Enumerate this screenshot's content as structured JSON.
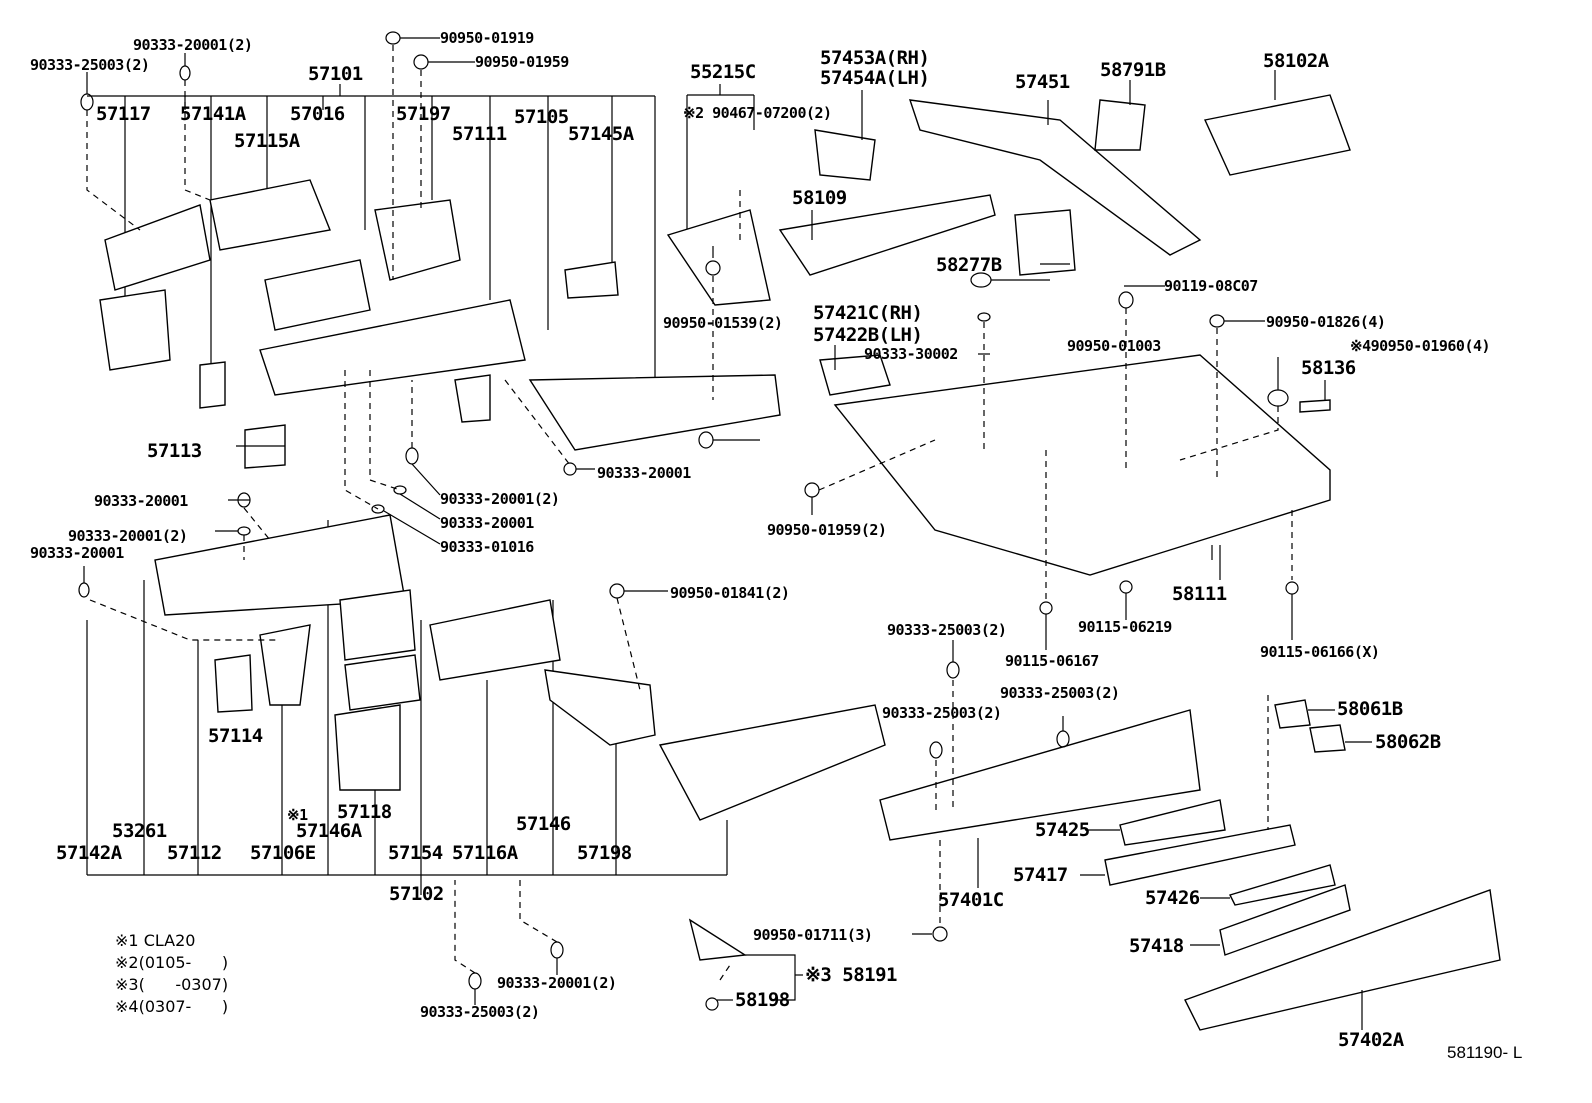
{
  "diagram": {
    "type": "exploded parts diagram",
    "subject": "Floor pan and lower back panel",
    "illustration_code": "581190- L"
  },
  "notes": [
    {
      "marker": "※1",
      "text": "CLA20"
    },
    {
      "marker": "※2",
      "text": "(0105-      )"
    },
    {
      "marker": "※3",
      "text": "(      -0307)"
    },
    {
      "marker": "※4",
      "text": "(0307-      )"
    }
  ],
  "assemblies": {
    "upper_front": {
      "id": "57101",
      "children": [
        "57117",
        "57141A",
        "57115A",
        "57016",
        "57197",
        "57111",
        "57105",
        "57145A"
      ]
    },
    "lower_front": {
      "id": "57102",
      "children": [
        "57142A",
        "53261",
        "57112",
        "57106E",
        "57146A",
        "57118",
        "57154",
        "57116A",
        "57146",
        "57198"
      ]
    },
    "side_member": {
      "id": "55215C"
    },
    "clip_set": {
      "id": "58191",
      "marker": "※3"
    }
  },
  "labels": {
    "p57101": "57101",
    "p57117": "57117",
    "p57141A": "57141A",
    "p57115A": "57115A",
    "p57016": "57016",
    "p57197": "57197",
    "p57111": "57111",
    "p57105": "57105",
    "p57145A": "57145A",
    "p55215C": "55215C",
    "p90467": "※2 90467-07200(2)",
    "p57453A": "57453A(RH)",
    "p57454A": "57454A(LH)",
    "p57451": "57451",
    "p58791B": "58791B",
    "p58102A": "58102A",
    "p58109": "58109",
    "p58277B": "58277B",
    "p90119": "90119-08C07",
    "p90950_01826": "90950-01826(4)",
    "p90950_01960": "※490950-01960(4)",
    "p58136": "58136",
    "p57421C": "57421C(RH)",
    "p57422B": "57422B(LH)",
    "p90333_30002": "90333-30002",
    "p90950_01003": "90950-01003",
    "p90950_01539": "90950-01539(2)",
    "p90950_01919": "90950-01919",
    "p90950_01959_top": "90950-01959",
    "p90333_20001_top": "90333-20001(2)",
    "p90333_25003_top": "90333-25003(2)",
    "p57113": "57113",
    "p90333_20001_mid1": "90333-20001",
    "p90333_20001_mid2": "90333-20001(2)",
    "p90333_20001_mid3": "90333-20001",
    "p90333_20001_c1": "90333-20001(2)",
    "p90333_20001_c2": "90333-20001",
    "p90333_01016": "90333-01016",
    "p90333_20001_r": "90333-20001",
    "p90950_01959_2": "90950-01959(2)",
    "p58111": "58111",
    "p90115_06219": "90115-06219",
    "p90115_06167": "90115-06167",
    "p90115_06166": "90115-06166(X)",
    "p90950_01841": "90950-01841(2)",
    "p57114": "57114",
    "p57118": "57118",
    "p57146A_note": "※1",
    "p57146A": "57146A",
    "p53261": "53261",
    "p57142A": "57142A",
    "p57112": "57112",
    "p57106E": "57106E",
    "p57154": "57154",
    "p57116A": "57116A",
    "p57146": "57146",
    "p57198": "57198",
    "p57102": "57102",
    "p90333_25003_a": "90333-25003(2)",
    "p90333_25003_b": "90333-25003(2)",
    "p90333_25003_c": "90333-25003(2)",
    "p90333_25003_bot": "90333-25003(2)",
    "p90333_20001_bot": "90333-20001(2)",
    "p58061B": "58061B",
    "p58062B": "58062B",
    "p57425": "57425",
    "p57417": "57417",
    "p57401C": "57401C",
    "p57426": "57426",
    "p57418": "57418",
    "p57402A": "57402A",
    "p90950_01711": "90950-01711(3)",
    "p58191": "※3 58191",
    "p58198": "58198"
  }
}
